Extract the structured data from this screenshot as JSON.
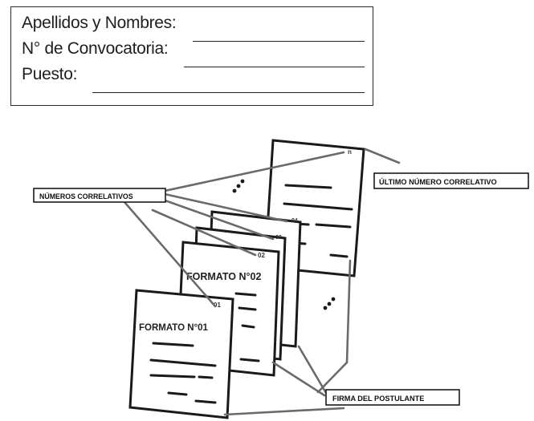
{
  "form": {
    "fields": [
      {
        "label": "Apellidos y Nombres:"
      },
      {
        "label": "N° de Convocatoria:"
      },
      {
        "label": "Puesto:"
      }
    ]
  },
  "diagram": {
    "labels": {
      "numeros_correlativos": "NÚMEROS CORRELATIVOS",
      "ultimo_numero": "ÚLTIMO NÚMERO CORRELATIVO",
      "firma": "FIRMA DEL POSTULANTE"
    },
    "pages": [
      {
        "number": "01",
        "title": "FORMATO N°01"
      },
      {
        "number": "02",
        "title": "FORMATO N°02"
      },
      {
        "number": "03",
        "title": ""
      },
      {
        "number": "04",
        "title": ""
      },
      {
        "number": "n",
        "title": ""
      }
    ],
    "ellipsis": "..."
  }
}
